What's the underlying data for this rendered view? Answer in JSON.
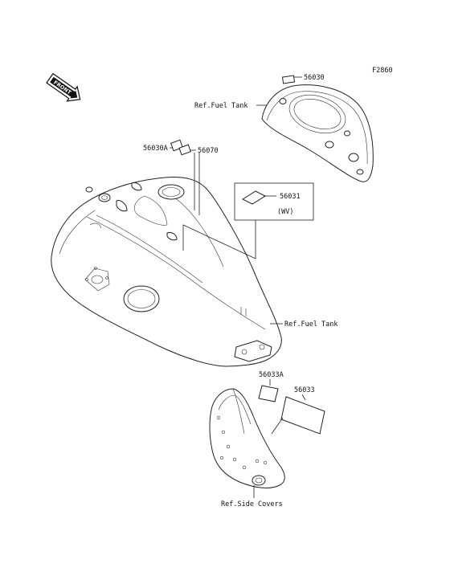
{
  "figure_code": "F2860",
  "front_label": "FRONT",
  "labels": {
    "p56030": "56030",
    "p56030A": "56030A",
    "p56070": "56070",
    "p56031": "56031",
    "wv": "(WV)",
    "p56033A": "56033A",
    "p56033": "56033",
    "ref_fuel_tank_top": "Ref.Fuel Tank",
    "ref_fuel_tank_side": "Ref.Fuel Tank",
    "ref_side_covers": "Ref.Side Covers"
  }
}
